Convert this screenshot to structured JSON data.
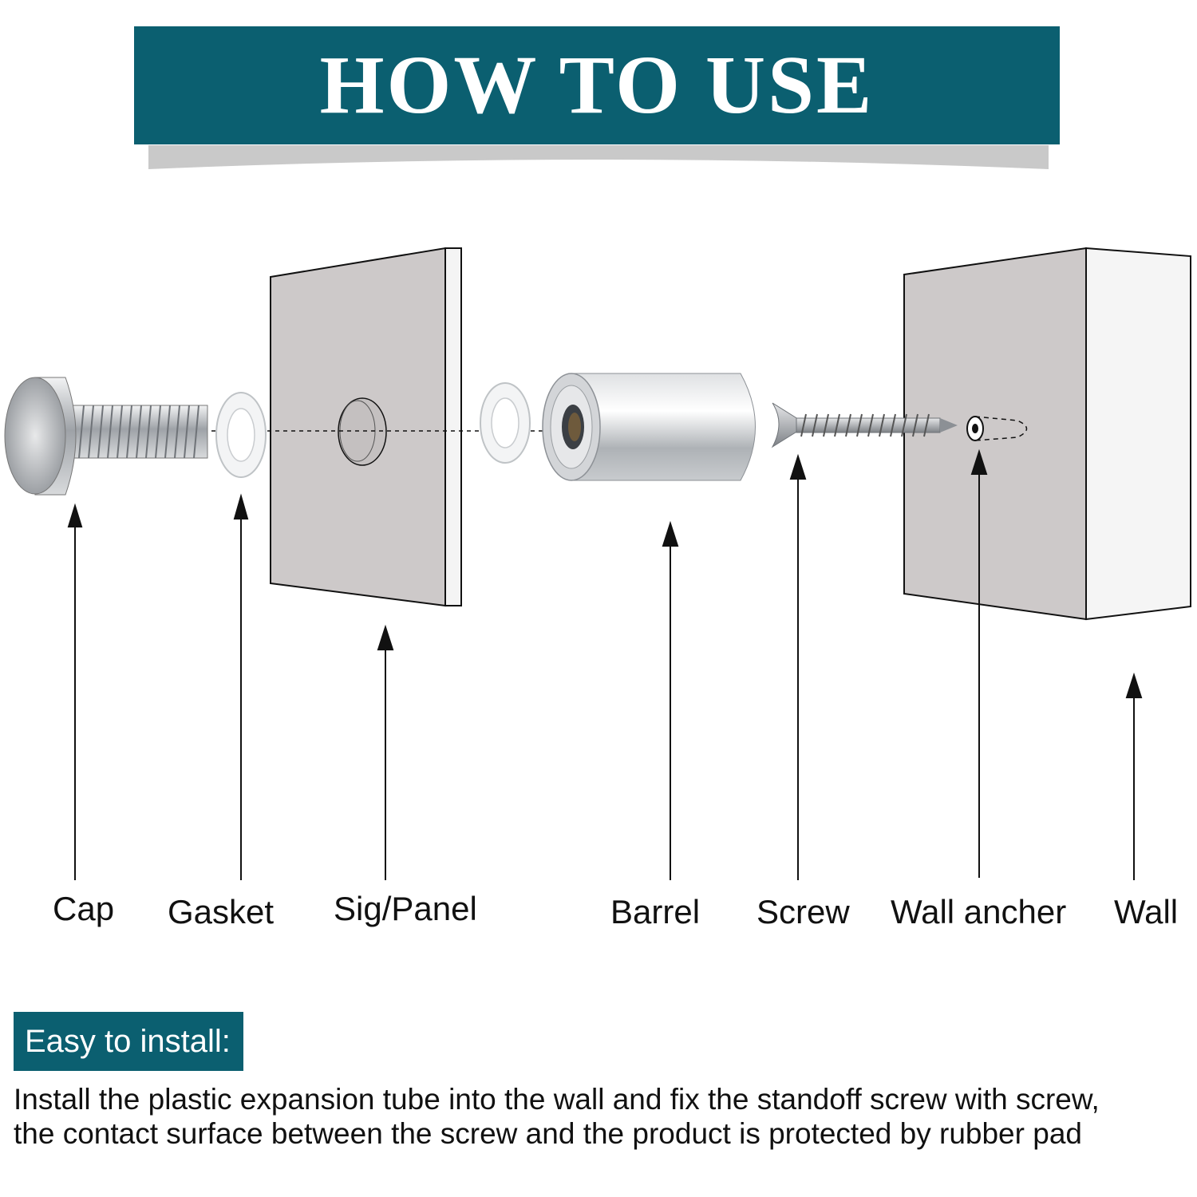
{
  "title": "HOW TO USE",
  "parts": {
    "cap": "Cap",
    "gasket": "Gasket",
    "panel": "Sig/Panel",
    "barrel": "Barrel",
    "screw": "Screw",
    "wall_anchor": "Wall ancher",
    "wall": "Wall"
  },
  "info": {
    "badge": "Easy to install:",
    "line1": "Install the plastic expansion tube into the wall and fix the standoff screw with screw,",
    "line2": "the contact surface between the screw and the product is protected by rubber pad"
  },
  "colors": {
    "accent": "#0b5f70",
    "panel": "#cfcbcb",
    "metal": "#b9bcc0"
  }
}
